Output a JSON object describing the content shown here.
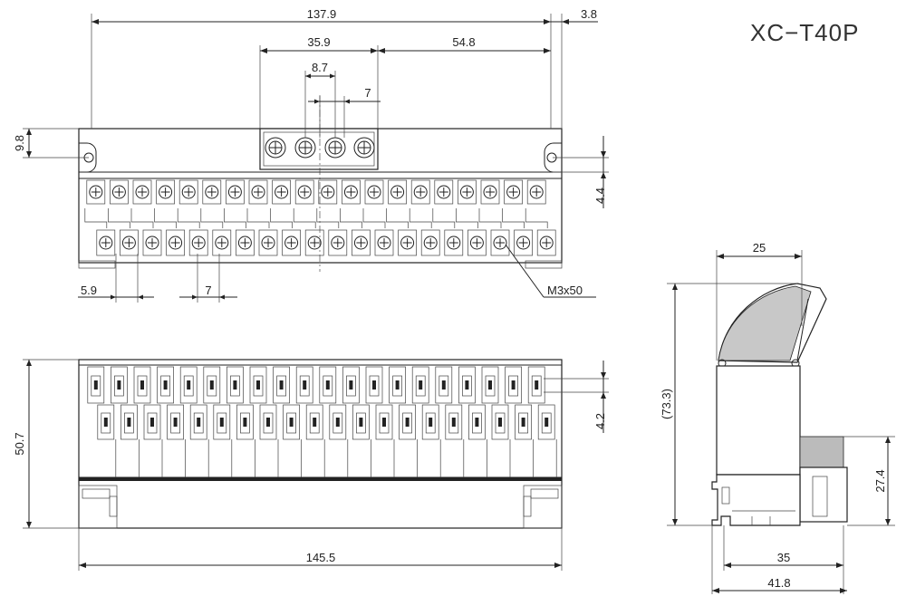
{
  "drawing": {
    "model": "XC−T40P",
    "dimensions": {
      "top_overall_width": "137.9",
      "top_right_offset": "3.8",
      "connector_offset": "35.9",
      "connector_to_right": "54.8",
      "screw_pitch_a": "8.7",
      "screw_pitch_b": "7",
      "mount_hole_height": "9.8",
      "terminal_offset_right": "4.4",
      "terminal_start": "5.9",
      "terminal_pitch": "7",
      "screw_spec": "M3x50",
      "front_height": "50.7",
      "front_row_offset": "4.2",
      "front_overall_width": "145.5",
      "side_top_width": "25",
      "side_height": "(73.3)",
      "side_lower_height": "27.4",
      "side_rail_width": "35",
      "side_base_width": "41.8"
    },
    "terminal_columns": 20
  }
}
